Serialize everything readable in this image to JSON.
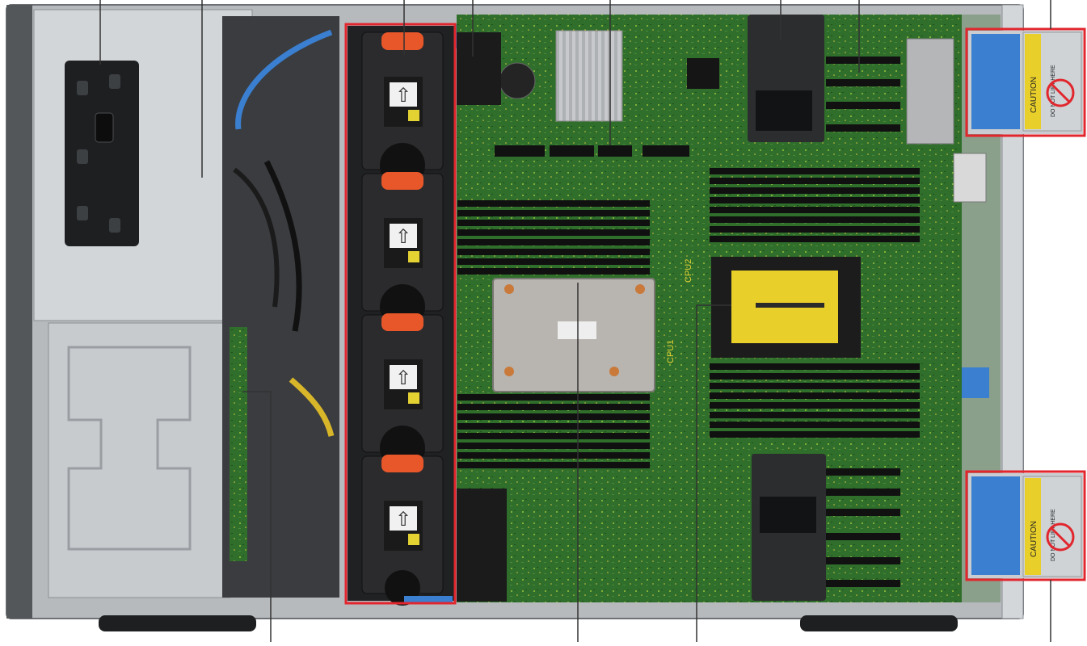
{
  "labels": {
    "fan_arrow": "⇧",
    "caution_top": "CAUTION",
    "caution_top_sub": "DO NOT LIFT HERE",
    "caution_bottom": "CAUTION",
    "caution_bottom_sub": "DO NOT LIFT HERE",
    "cpu1": "CPU1",
    "cpu2": "CPU2"
  },
  "fan_count": 4,
  "dimm_slots_per_bank": 8,
  "colors": {
    "callout_box": "#e1262d",
    "pcb": "#2f6e2b",
    "chassis": "#c9ccd0",
    "fan_body": "#2b2b2d",
    "fan_tab": "#e8572a",
    "heatsink": "#b8b4b0",
    "socket_cover": "#e9cf2a",
    "blue_latch": "#3a7fd0"
  }
}
